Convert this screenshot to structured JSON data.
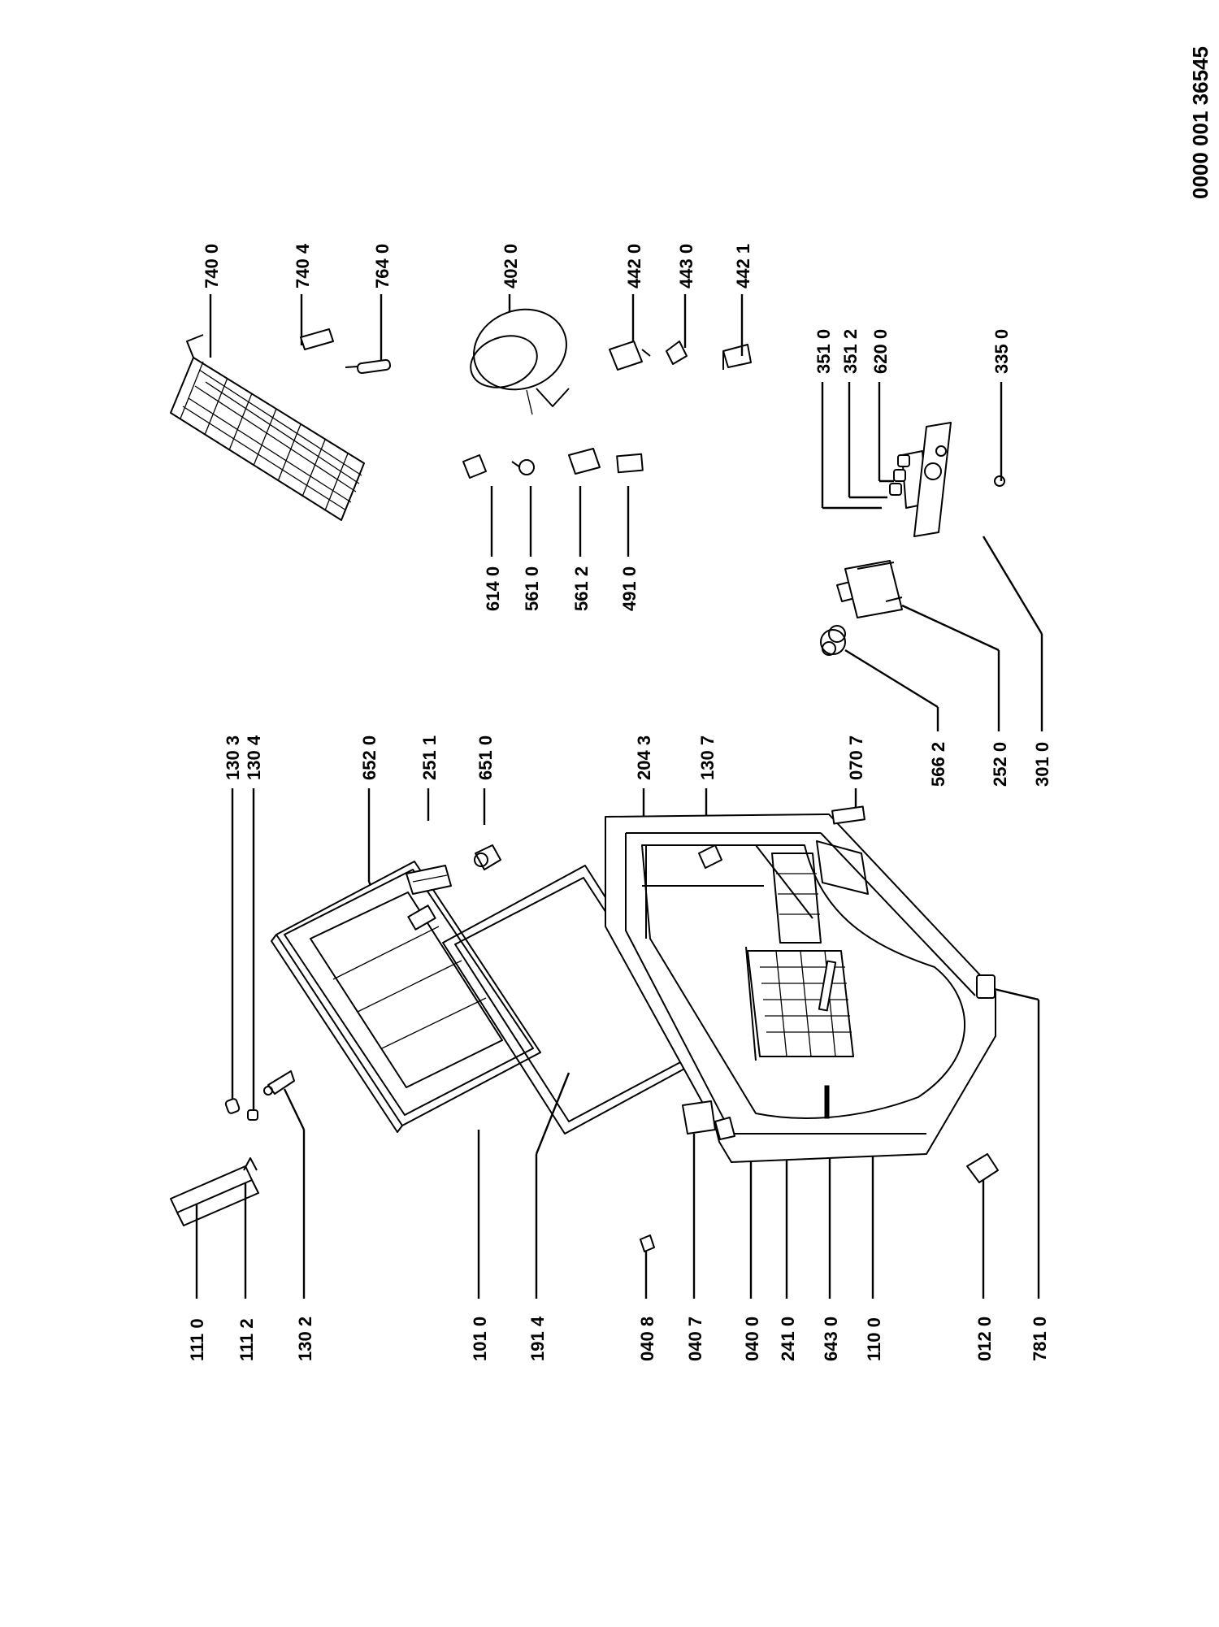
{
  "document_number": "0000 001 36545",
  "parts": {
    "p1110": "111 0",
    "p1112": "111 2",
    "p1302": "130 2",
    "p1010": "101 0",
    "p1914": "191 4",
    "p0408": "040 8",
    "p0407": "040 7",
    "p0400": "040 0",
    "p2410": "241 0",
    "p6430": "643 0",
    "p1100": "110 0",
    "p0120": "012 0",
    "p7810": "781 0",
    "p1303": "130 3",
    "p1304": "130 4",
    "p6520": "652 0",
    "p2511": "251 1",
    "p6510": "651 0",
    "p2043": "204 3",
    "p1307": "130 7",
    "p0707": "070 7",
    "p5662": "566 2",
    "p2520": "252 0",
    "p3010": "301 0",
    "p7400": "740 0",
    "p7404": "740 4",
    "p7640": "764 0",
    "p4020": "402 0",
    "p4420": "442 0",
    "p4430": "443 0",
    "p4421": "442 1",
    "p6140": "614 0",
    "p5610": "561 0",
    "p5612": "561 2",
    "p4910": "491 0",
    "p3510": "351 0",
    "p3512": "351 2",
    "p6200": "620 0",
    "p3350": "335 0"
  }
}
